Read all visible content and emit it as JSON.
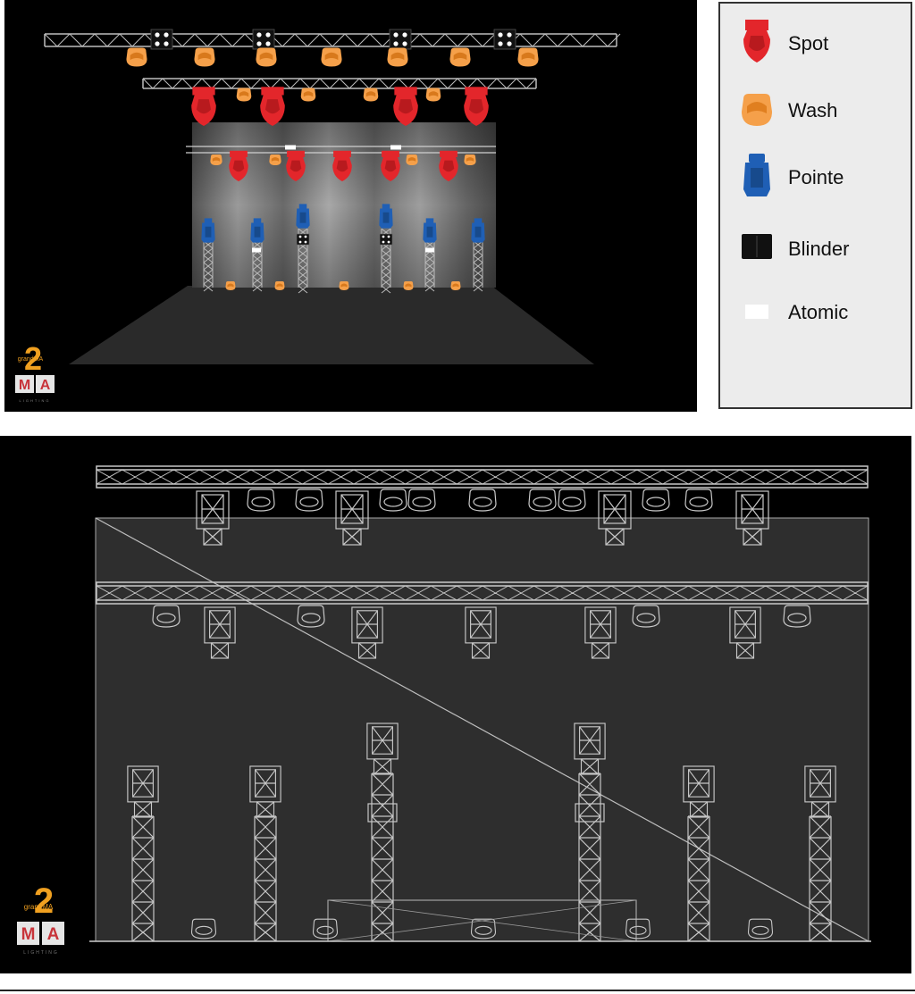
{
  "legend": {
    "items": [
      {
        "label": "Spot",
        "icon": "spot-fixture-icon",
        "color": "#e3262b"
      },
      {
        "label": "Wash",
        "icon": "wash-fixture-icon",
        "color": "#f5a04a"
      },
      {
        "label": "Pointe",
        "icon": "pointe-fixture-icon",
        "color": "#1f5fb5"
      },
      {
        "label": "Blinder",
        "icon": "blinder-fixture-icon",
        "color": "#111111"
      },
      {
        "label": "Atomic",
        "icon": "atomic-fixture-icon",
        "color": "#ffffff"
      }
    ]
  },
  "logo": {
    "number": "2",
    "word": "grandMA",
    "letters": [
      "M",
      "A"
    ],
    "tagline": "LIGHTING",
    "accent": "#f0a020",
    "box_color": "#c8343a"
  },
  "colors": {
    "background": "#000000",
    "truss": "#bdbdbd",
    "stage_floor": "#2a2a2a",
    "curtain": "#7a7a7a",
    "wireframe_bg": "#2e2e2e"
  }
}
